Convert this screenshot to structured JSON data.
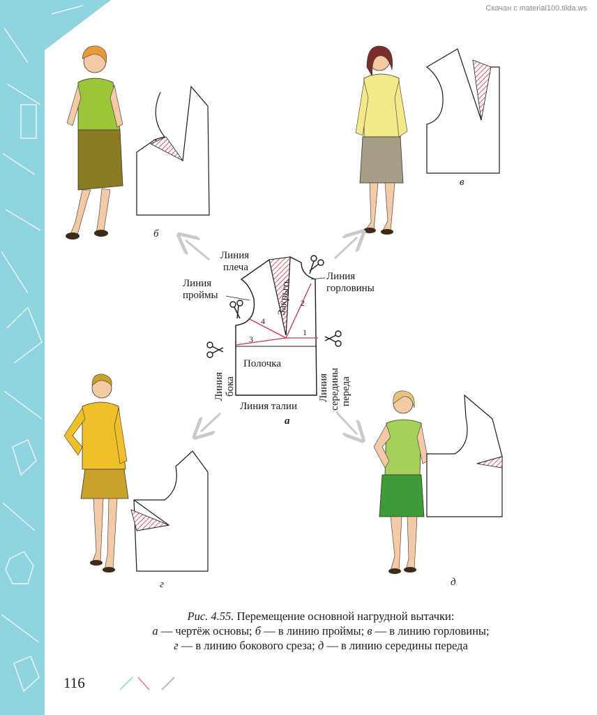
{
  "watermark": "Скачан с material100.tilda.ws",
  "diagram": {
    "shoulder_line": [
      "Линия",
      "плеча"
    ],
    "armhole_line": [
      "Линия",
      "проймы"
    ],
    "neck_line": [
      "Линия",
      "горловины"
    ],
    "close_label": "Закрыть",
    "front_label": "Полочка",
    "side_line": [
      "Линия",
      "бока"
    ],
    "center_line": [
      "Линия",
      "середины",
      "переда"
    ],
    "waist_line": "Линия талии",
    "numbers": [
      "1",
      "2",
      "3",
      "4"
    ]
  },
  "letters": {
    "a": "а",
    "b": "б",
    "v": "в",
    "g": "г",
    "d": "д"
  },
  "caption": {
    "ref": "Рис. 4.55.",
    "title": " Перемещение основной нагрудной вытачки:",
    "line2_a": "а",
    "line2_a_text": " — чертёж основы; ",
    "line2_b": "б",
    "line2_b_text": " — в линию проймы; ",
    "line2_v": "в",
    "line2_v_text": " — в линию горловины;",
    "line3_g": "г",
    "line3_g_text": " — в линию бокового среза; ",
    "line3_d": "д",
    "line3_d_text": " — в линию середины переда"
  },
  "page_number": "116",
  "colors": {
    "band": "#8fd3dc",
    "dart_red": "#c8324a",
    "arrow": "#c9c9c9",
    "top_green": "#9dc53a",
    "skirt_olive": "#8a7a22",
    "top_yellow": "#f3e98a",
    "skirt_taupe": "#a89c86",
    "jacket_yellow": "#f0c02a",
    "skirt_mustard": "#c9a22a",
    "top_lime": "#a6d05a",
    "skirt_green": "#3d9a36"
  }
}
